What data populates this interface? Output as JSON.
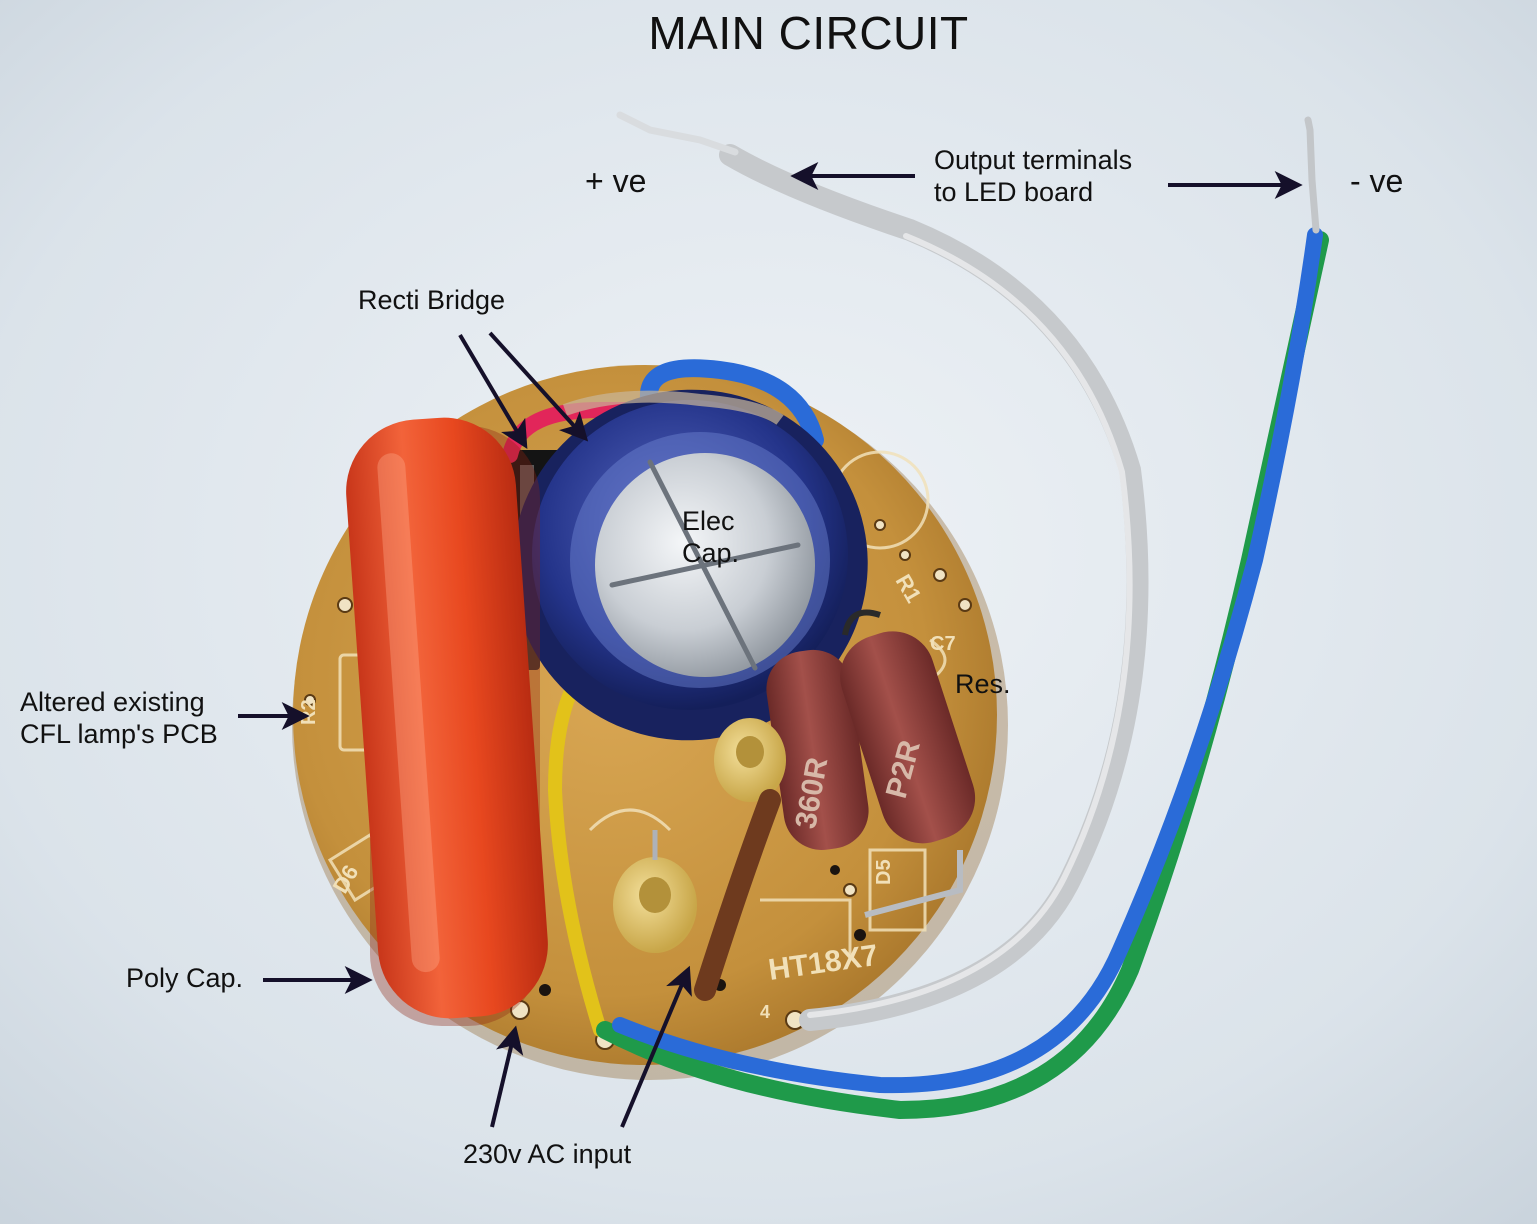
{
  "title": "MAIN CIRCUIT",
  "labels": {
    "positive": "+ ve",
    "negative": "- ve",
    "output_line1": "Output terminals",
    "output_line2": "to LED board",
    "recti_bridge": "Recti Bridge",
    "elec_cap_line1": "Elec",
    "elec_cap_line2": "Cap.",
    "res": "Res.",
    "pcb_line1": "Altered existing",
    "pcb_line2": "CFL lamp's PCB",
    "poly_cap": "Poly Cap.",
    "ac_input": "230v AC input"
  },
  "markings": {
    "resistor_1": "360R",
    "resistor_2": "P2R",
    "board_code": "HT18X7",
    "d6": "D6",
    "d5": "D5",
    "r1": "R1",
    "r2": "R2",
    "c7": "C7",
    "num_4": "4"
  },
  "colors": {
    "background": "#dfe6ec",
    "pcb": "#c8953e",
    "poly_cap": "#e8481f",
    "elec_cap": "#24348a",
    "resistor": "#8a3a36",
    "wire_white": "#d4d6d8",
    "wire_blue": "#2a6bd8",
    "wire_green": "#1f9a4a",
    "wire_yellow": "#e2c21a",
    "wire_red": "#e2265a",
    "arrow": "#15102a"
  }
}
